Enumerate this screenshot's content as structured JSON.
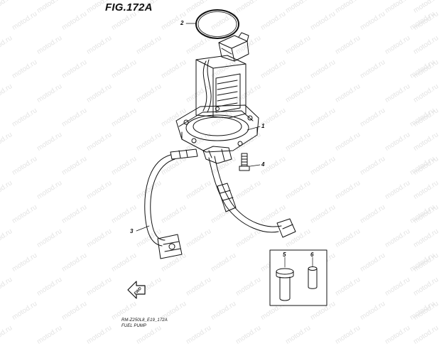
{
  "figure": {
    "title": "FIG.172A",
    "watermark": "motod.ru",
    "model_code": "RM-Z250L8_E19_172A",
    "caption": "FUEL PUMP"
  },
  "callouts": {
    "c1": "1",
    "c2": "2",
    "c3": "3",
    "c4": "4",
    "c5": "5",
    "c6": "6"
  },
  "fwd_label": "FWD",
  "colors": {
    "line": "#111111",
    "watermark": "#e4e4e4",
    "background": "#ffffff"
  }
}
